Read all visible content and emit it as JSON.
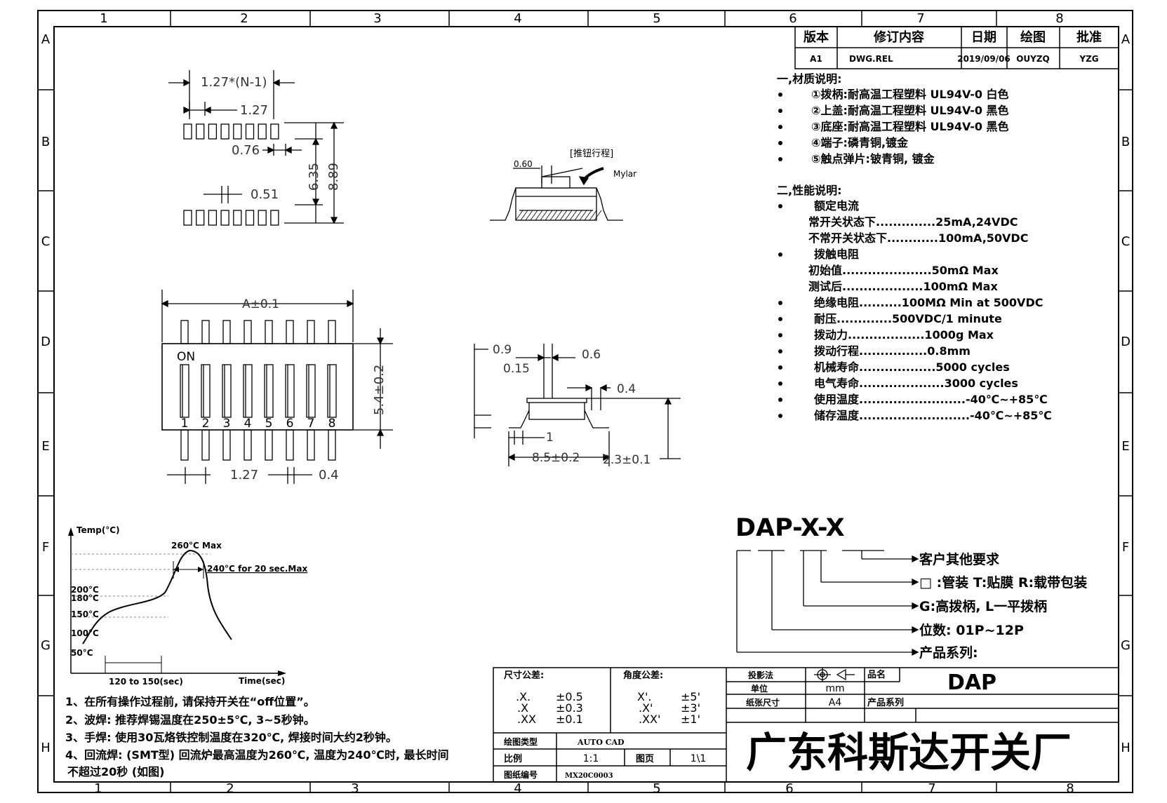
{
  "frame": {
    "top_cols": [
      "1",
      "2",
      "3",
      "4",
      "5",
      "6",
      "7",
      "8"
    ],
    "bottom_cols": [
      "1",
      "2",
      "3",
      "4",
      "5",
      "6",
      "7",
      "8"
    ],
    "rows": [
      "A",
      "B",
      "C",
      "D",
      "E",
      "F",
      "G",
      "H"
    ]
  },
  "revision": {
    "headers": [
      "版本",
      "修订内容",
      "日期",
      "绘图",
      "批准"
    ],
    "row": [
      "A1",
      "DWG.REL",
      "2019/09/06",
      "OUYZQ",
      "YZG"
    ]
  },
  "materials": {
    "title": "一,材质说明:",
    "items": [
      "①拨柄:耐高温工程塑料 UL94V-0 白色",
      "②上盖:耐高温工程塑料 UL94V-0 黑色",
      "③底座:耐高温工程塑料 UL94V-0 黑色",
      "④端子:磷青铜,镀金",
      "⑤触点弹片:铍青铜, 镀金"
    ]
  },
  "performance": {
    "title": "二,性能说明:",
    "lines": [
      {
        "bullet": true,
        "text": "额定电流"
      },
      {
        "bullet": false,
        "text": "常开关状态下..............25mA,24VDC"
      },
      {
        "bullet": false,
        "text": "不常开关状态下............100mA,50VDC"
      },
      {
        "bullet": true,
        "text": "拨触电阻"
      },
      {
        "bullet": false,
        "text": "初始值.....................50mΩ Max"
      },
      {
        "bullet": false,
        "text": "测试后...................100mΩ Max"
      },
      {
        "bullet": true,
        "text": "绝缘电阻..........100MΩ Min at 500VDC"
      },
      {
        "bullet": true,
        "text": "耐压.............500VDC/1 minute"
      },
      {
        "bullet": true,
        "text": "拨动力..................1000g Max"
      },
      {
        "bullet": true,
        "text": "拨动行程................0.8mm"
      },
      {
        "bullet": true,
        "text": "机械寿命..................5000 cycles"
      },
      {
        "bullet": true,
        "text": "电气寿命....................3000 cycles"
      },
      {
        "bullet": true,
        "text": "使用温度.........................-40℃~+85℃"
      },
      {
        "bullet": true,
        "text": "储存温度..........................-40℃~+85℃"
      }
    ]
  },
  "pad_view": {
    "dim_pitch_total": "1.27*(N-1)",
    "dim_pitch": "1.27",
    "dim_gap": "0.76",
    "dim_pad_width": "0.51",
    "dim_inner": "6.35",
    "dim_outer": "8.89"
  },
  "top_view": {
    "dim_length": "A±0.1",
    "on_label": "ON",
    "switch_numbers": [
      "1",
      "2",
      "3",
      "4",
      "5",
      "6",
      "7",
      "8"
    ],
    "dim_height": "5.4±0.2",
    "dim_pitch": "1.27",
    "dim_lead": "0.4"
  },
  "section_view": {
    "callout": "[推钮行程]",
    "dim": "0.60",
    "mylar": "Mylar"
  },
  "side_view": {
    "dim_a": "0.9",
    "dim_b": "0.15",
    "dim_c": "0.6",
    "dim_d": "0.4",
    "dim_e": "1",
    "dim_width": "8.5±0.2",
    "dim_height": "2.3±0.1"
  },
  "reflow": {
    "y_title": "Temp(°C)",
    "x_title": "Time(sec)",
    "peak": "260°C Max",
    "hold": "240°C for 20 sec.Max",
    "y_ticks": [
      "200°C",
      "180°C",
      "150°C",
      "100°C",
      "50°C"
    ],
    "x_span": "120 to 150(sec)"
  },
  "notes": [
    "1、在所有操作过程前, 请保持开关在“off位置”。",
    "2、波焊: 推荐焊锡温度在250±5℃, 3~5秒钟。",
    "3、手焊: 使用30瓦烙铁控制温度在320℃, 焊接时间大约2秒钟。",
    "4、回流焊: (SMT型) 回流炉最高温度为260℃, 温度为240℃时, 最长时间",
    "不超过20秒 (如图)"
  ],
  "part_number": {
    "code": "DAP-X-X",
    "legend": [
      "客户其他要求",
      "□ :管装  T:贴膜   R:载带包装",
      "G:高拨柄, L一平拨柄",
      "位数: 01P~12P",
      "产品系列:"
    ]
  },
  "title_block": {
    "tol_dim_title": "尺寸公差:",
    "tol_dim": [
      [
        ".X.",
        "±0.5"
      ],
      [
        ".X",
        "±0.3"
      ],
      [
        ".XX",
        "±0.1"
      ]
    ],
    "tol_ang_title": "角度公差:",
    "tol_ang": [
      [
        "X'.",
        "±5'"
      ],
      [
        ".X'",
        "±3'"
      ],
      [
        ".XX'",
        "±1'"
      ]
    ],
    "projection_label": "投影法",
    "unit_label": "单位",
    "unit_value": "mm",
    "paper_label": "纸张尺寸",
    "paper_value": "A4",
    "name_label": "品名",
    "name_value": "DAP",
    "series_label": "产品系列",
    "software_label": "绘图类型",
    "software_value": "AUTO CAD",
    "scale_label": "比例",
    "scale_value": "1:1",
    "page_label": "图页",
    "page_value": "1\\1",
    "drawing_no_label": "图纸编号",
    "drawing_no_value": "MX20C0003",
    "company": "广东科斯达开关厂"
  }
}
